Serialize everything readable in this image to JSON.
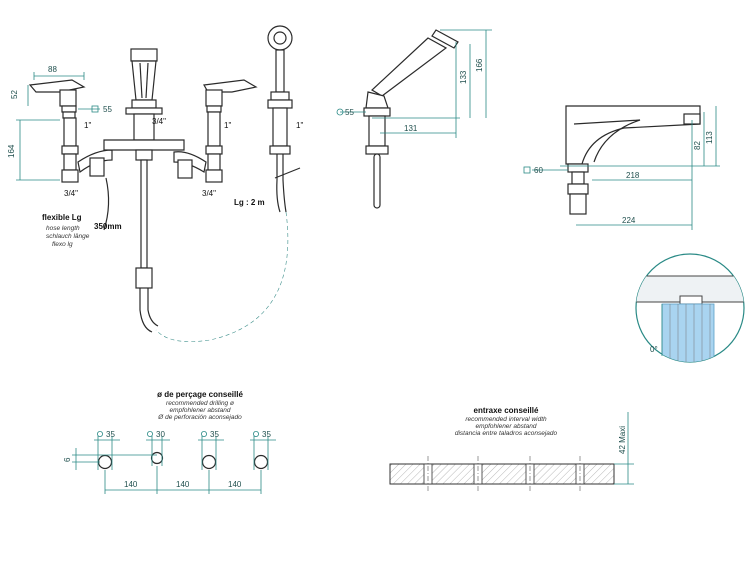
{
  "front_view": {
    "handle_width": "88",
    "handle_height": "52",
    "square": "55",
    "spout_conn": "3/4\"",
    "left_body_thread": "1\"",
    "right_body_thread": "1\"",
    "overall_height": "164",
    "left_bottom_thread": "3/4\"",
    "right_bottom_thread": "3/4\"",
    "hose_title": "flexible Lg",
    "hose_lines": [
      "hose length",
      "schlauch länge",
      "flexo lg"
    ],
    "hose_len": "350mm",
    "shower_hose": "Lg : 2 m",
    "shower_thread": "1\""
  },
  "side_view": {
    "diameter": "55",
    "reach": "131",
    "height_a": "133",
    "height_b": "166"
  },
  "spout_view": {
    "square": "60",
    "projection_a": "218",
    "projection_b": "224",
    "height_a": "82",
    "height_b": "113"
  },
  "detail": {
    "angle": "0°"
  },
  "drilling": {
    "title": "ø de perçage conseillé",
    "lines": [
      "recommended drilling ø",
      "empfohlener abstand",
      "Ø de perforación aconsejado"
    ],
    "d1": "35",
    "d2": "30",
    "d3": "35",
    "d4": "35",
    "offset": "6",
    "spacing1": "140",
    "spacing2": "140",
    "spacing3": "140"
  },
  "interval": {
    "title": "entraxe conseillé",
    "lines": [
      "recommended interval width",
      "empfohlener abstand",
      "distancia entre taladros aconsejado"
    ],
    "max": "42 Maxi"
  },
  "colors": {
    "ink": "#2b2b2b",
    "dimension": "#2a8a86",
    "detail_fill": "#a9d4f0"
  }
}
